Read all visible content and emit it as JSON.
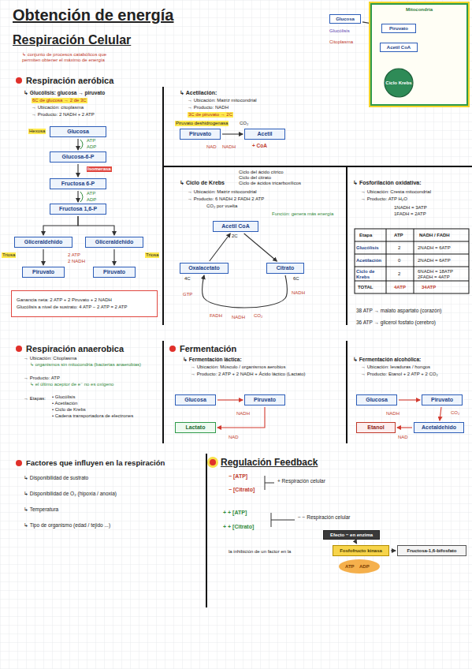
{
  "diagram": {
    "title": "Obtención de energía",
    "nodes": [
      {
        "text": [
          "Glucosa"
        ]
      },
      {
        "text": [
          "Mitocondria"
        ]
      },
      {
        "text": [
          "Piruvato"
        ],
        "in": 1
      },
      {
        "text": [
          "Acetil CoA"
        ],
        "in": 1
      },
      {
        "text": [
          "Ciclo Krebs"
        ],
        "in": 1
      },
      {
        "text": [
          "Glucosa"
        ]
      },
      {
        "text": [
          "Glucosa-6-P"
        ]
      },
      {
        "text": [
          "Fructosa 6-P"
        ]
      },
      {
        "text": [
          "Fructosa 1,6-P"
        ]
      },
      {
        "text": [
          "Gliceraldehido"
        ]
      },
      {
        "text": [
          "Gliceraldehido"
        ]
      },
      {
        "text": [
          "Piruvato"
        ]
      },
      {
        "text": [
          "Piruvato"
        ]
      },
      {
        "text": [
          "Ganancia neta: 2 ATP + 2 Piruvato + 2 NADH",
          "Glucólisis a nivel de sustrato: 4 ATP − 2 ATP = 2 ATP"
        ]
      },
      {
        "text": [
          "Piruvato"
        ]
      },
      {
        "text": [
          "Acetil"
        ]
      },
      {
        "text": [
          "Acetil CoA"
        ]
      },
      {
        "text": [
          "Oxalacetato"
        ]
      },
      {
        "text": [
          "Citrato"
        ]
      },
      {
        "text": [
          "Glucosa"
        ]
      },
      {
        "text": [
          "Piruvato"
        ]
      },
      {
        "text": [
          "Lactato"
        ]
      },
      {
        "text": [
          "Glucosa"
        ]
      },
      {
        "text": [
          "Piruvato"
        ]
      },
      {
        "text": [
          "Etanol"
        ]
      },
      {
        "text": [
          "Acetaldehido"
        ]
      },
      {
        "text": [
          "Efecto − en enzima"
        ]
      },
      {
        "text": [
          "Fosfofructo kinasa"
        ]
      },
      {
        "text": [
          "Fructosa-1,6-bifosfato"
        ]
      }
    ],
    "edges": [
      {
        "from": 0,
        "to": 2,
        "arrow": "to"
      },
      {
        "from": 2,
        "to": 3,
        "arrow": "to"
      },
      {
        "from": 3,
        "to": 4,
        "arrow": "to"
      },
      {
        "from": 5,
        "to": 6,
        "arrow": "to"
      },
      {
        "from": 6,
        "to": 7,
        "arrow": "to"
      },
      {
        "from": 7,
        "to": 8,
        "arrow": "to"
      },
      {
        "from": 8,
        "to": 9,
        "arrow": "to"
      },
      {
        "from": 8,
        "to": 10,
        "arrow": "to"
      },
      {
        "from": 9,
        "to": 11,
        "arrow": "to"
      },
      {
        "from": 10,
        "to": 12,
        "arrow": "to"
      },
      {
        "from": 14,
        "to": 15,
        "arrow": "to"
      },
      {
        "from": 16,
        "to": 18,
        "arrow": "to"
      },
      {
        "from": 18,
        "to": 17,
        "arrow": "to"
      },
      {
        "from": 17,
        "to": 16,
        "arrow": "to"
      },
      {
        "from": 19,
        "to": 20,
        "arrow": "to"
      },
      {
        "from": 20,
        "to": 21,
        "arrow": "to"
      },
      {
        "from": 22,
        "to": 23,
        "arrow": "to"
      },
      {
        "from": 23,
        "to": 25,
        "arrow": "to"
      },
      {
        "from": 25,
        "to": 24,
        "arrow": "to"
      },
      {
        "from": 26,
        "to": 27,
        "arrow": "to"
      },
      {
        "from": 27,
        "to": 28,
        "arrow": "to"
      }
    ],
    "labels": [
      "Respiración Celular",
      "↳ conjunto de procesos catabólicos que permiten obtener el máximo de energía",
      "Respiración aeróbica",
      "↳ Glucólisis: glucosa → piruvato",
      "6C de glucosa → 2 de 3C",
      "→ Ubicación: citoplasma",
      "→ Producto: 2 NADH + 2 ATP",
      "Hexosa",
      "ATP",
      "ADP",
      "Isomerasa",
      "ATP",
      "ADP",
      "Triosa",
      "Triosa",
      "2 ATP",
      "2 NADH",
      "↳ Acetilación:",
      "→ Ubicación: Matriz mitocondrial",
      "→ Producto: NADH",
      "3C de piruvato → 2C",
      "Piruvato deshidrogenasa",
      "CO₂",
      "NAD",
      "NADH",
      "+ CoA",
      "↳ Ciclo de Krebs",
      "Ciclo del ácido cítrico",
      "Ciclo del citrato",
      "Ciclo de ácidos tricarboxílicos",
      "→ Ubicación: Matriz mitocondrial",
      "→ Producto: 6 NADH 2 FADH 2 ATP",
      "CO₂ por vuelta",
      "2C",
      "Función: genera más energía",
      "4C",
      "6C",
      "GTP",
      "FADH",
      "NADH",
      "CO₂",
      "NADH",
      "↳ Fosforilación oxidativa:",
      "→ Ubicación: Cresta mitocondrial",
      "→ Producto: ATP H₂O",
      "1NADH = 3ATP",
      "1FADH = 2ATP",
      "Etapa",
      "ATP",
      "NADH / FADH",
      "Glucólisis",
      "2",
      "2NADH = 6ATP",
      "Acetilación",
      "0",
      "2NADH = 6ATP",
      "Ciclo de Krebs",
      "2",
      "6NADH = 18ATP 2FADH = 4ATP",
      "TOTAL",
      "4ATP",
      "34ATP",
      "38 ATP → malato aspartato (corazón)",
      "36 ATP → glicerol fosfato (cerebro)",
      "Glucólisis",
      "Citoplasma",
      "Acetilación",
      "Cresta mitocondrial",
      "Fosforilación oxidativa",
      "Matriz mitocondrial",
      "Respiración anaerobica",
      "→ Ubicación: Citoplasma",
      "↳ organismos sin mitocondria (bacterias anaerobias)",
      "→ Producto: ATP",
      "↳ el último aceptor de e⁻ no es oxígeno",
      "→ Etapas:",
      "• Glucólisis",
      "• Acetilación",
      "• Ciclo de Krebs",
      "• Cadena transportadora de electrones",
      "Fermentación",
      "↳ Fermentación láctica:",
      "→ Ubicación: Músculo / organismos aerobios",
      "→ Producto: 2 ATP + 2 NADH + Ácido láctico (Lactato)",
      "NADH",
      "NAD",
      "↳ Fermentación alcohólica:",
      "→ Ubicación: levaduras / hongos",
      "→ Producto: Etanol + 2 ATP + 2 CO₂",
      "CO₂",
      "NADH",
      "NAD",
      "Factores que influyen en la respiración",
      "↳ Disponibilidad de sustrato",
      "↳ Disponibilidad de O₂ (hipoxia / anoxia)",
      "↳ Temperatura",
      "↳ Tipo de organismo (edad / tejido ...)",
      "Regulación Feedback",
      "− [ATP]",
      "− [Citrato]",
      "+ Respiración celular",
      "+ + [ATP]",
      "+ + [Citrato]",
      "− − Respiración celular",
      "la inhibición de un factor en la",
      "ATP",
      "ADP"
    ]
  }
}
